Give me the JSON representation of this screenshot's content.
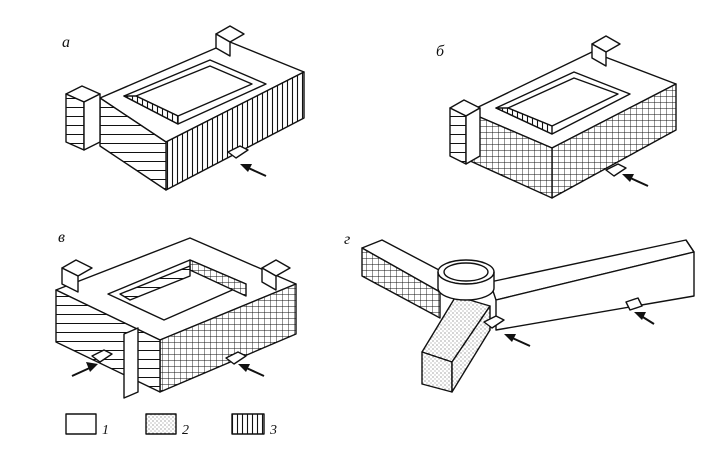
{
  "figure": {
    "panels": [
      {
        "id": "a",
        "label": "а"
      },
      {
        "id": "b",
        "label": "б"
      },
      {
        "id": "v",
        "label": "в"
      },
      {
        "id": "g",
        "label": "г"
      }
    ],
    "legend": [
      {
        "num": "1",
        "fill": "plain"
      },
      {
        "num": "2",
        "fill": "dotted"
      },
      {
        "num": "3",
        "fill": "hatched"
      }
    ]
  }
}
